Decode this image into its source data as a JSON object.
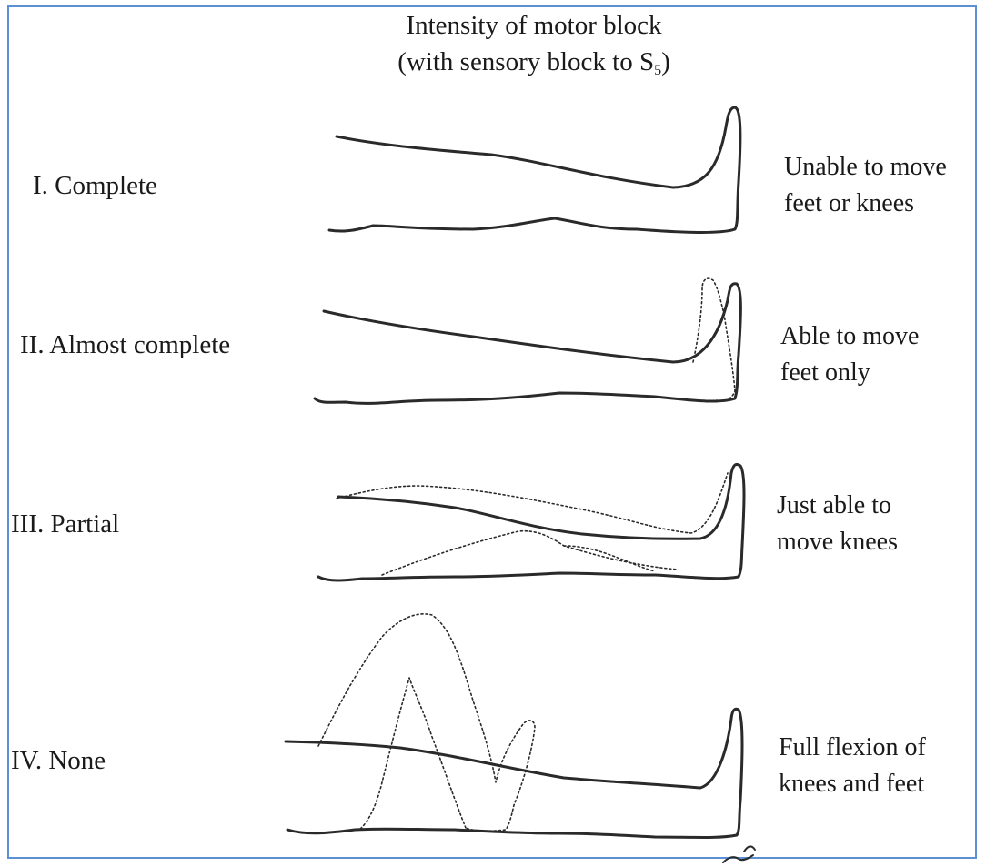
{
  "title": {
    "line1": "Intensity of motor block",
    "line2_prefix": "(with sensory block to S",
    "line2_subscript": "5",
    "line2_suffix": ")"
  },
  "levels": [
    {
      "grade": "I. Complete",
      "description_line1": "Unable to move",
      "description_line2": "feet or knees"
    },
    {
      "grade": "II. Almost complete",
      "description_line1": "Able to move",
      "description_line2": "feet only"
    },
    {
      "grade": "III. Partial",
      "description_line1": "Just able to",
      "description_line2": "move knees"
    },
    {
      "grade": "IV. None",
      "description_line1": "Full flexion of",
      "description_line2": "knees and feet"
    }
  ],
  "colors": {
    "frame_border": "#5b8fd6",
    "ink": "#2a2a2a"
  }
}
